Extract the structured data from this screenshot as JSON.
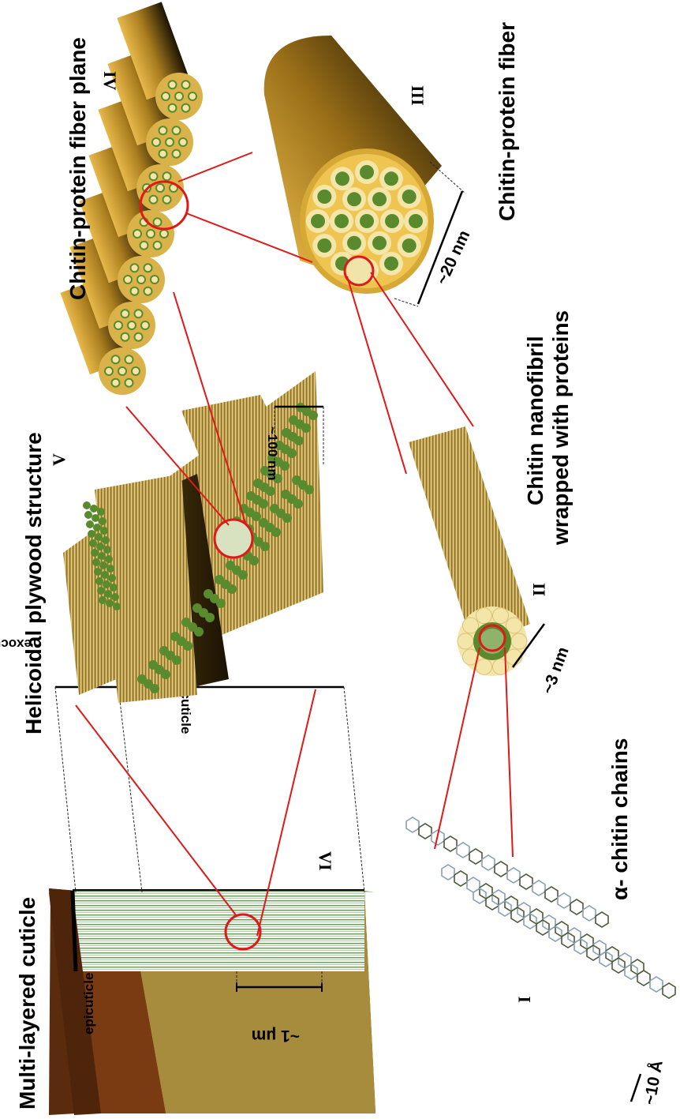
{
  "labels": {
    "title_cuticle": "Multi-layered cuticle",
    "epicuticle": "epicuticle",
    "exocuticle": "exocuticle",
    "endocuticle": "endocuticle",
    "scale_1um": "~1 μm",
    "numeral_VI": "VI",
    "title_plywood": "Helicoidal plywood structure",
    "numeral_V": "V",
    "scale_100nm": "~100 nm",
    "title_fiber_plane": "Chitin-protein fiber plane",
    "numeral_IV": "IV",
    "numeral_III": "III",
    "title_fiber": "Chitin-protein fiber",
    "scale_20nm": "~20 nm",
    "title_nanofibril_line1": "Chitin nanofibril",
    "title_nanofibril_line2": "wrapped with proteins",
    "numeral_II": "II",
    "scale_3nm": "~3 nm",
    "title_chains": "α- chitin chains",
    "numeral_I": "I",
    "scale_10A": "~10 Å"
  },
  "colors": {
    "gold": "#c9a03a",
    "dark_gold": "#3a2a08",
    "chitin_green": "#5a8a2e",
    "protein_cream": "#f3e6a8",
    "epicuticle_brown": "#7a3b12",
    "highlight_red": "#e01818"
  }
}
